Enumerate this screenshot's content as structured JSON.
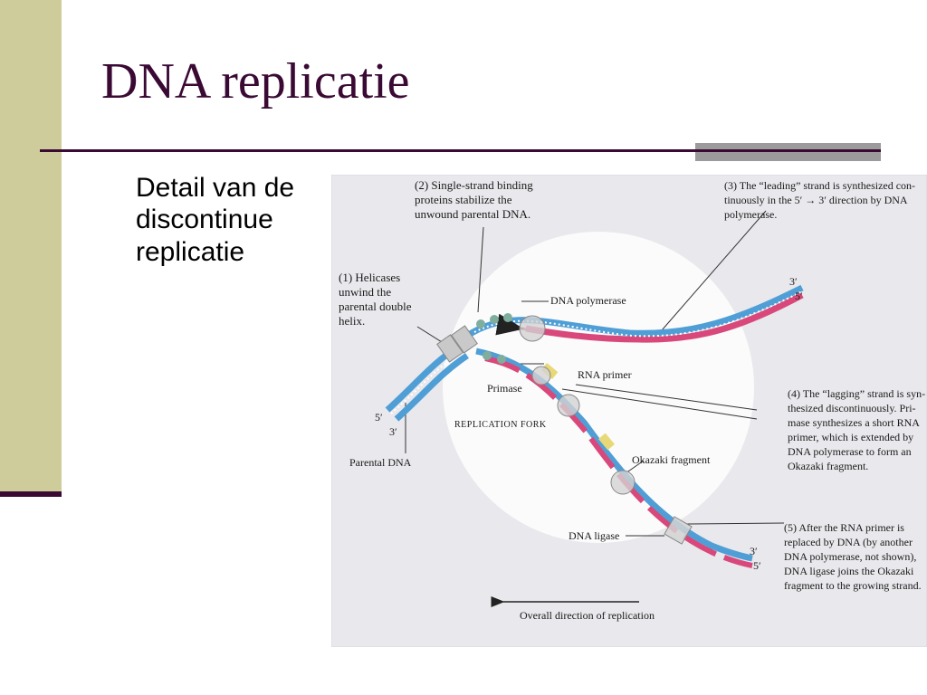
{
  "slide": {
    "title": "DNA replicatie",
    "body_lines": [
      "Detail van de",
      "discontinue",
      "replicatie"
    ]
  },
  "figure": {
    "callouts": {
      "c1": [
        "(1) Helicases",
        "unwind the",
        "parental double",
        "helix."
      ],
      "c2": [
        "(2) Single-strand binding",
        "proteins stabilize the",
        "unwound parental DNA."
      ],
      "c3": [
        "(3) The “leading” strand is synthesized con-",
        "tinuously in the 5′ → 3′ direction by DNA",
        "polymerase."
      ],
      "c4": [
        "(4) The “lagging” strand is syn-",
        "thesized discontinuously. Pri-",
        "mase synthesizes a short RNA",
        "primer, which is extended by",
        "DNA polymerase to form an",
        "Okazaki fragment."
      ],
      "c5": [
        "(5) After the RNA primer is",
        "replaced by DNA (by another",
        "DNA polymerase, not shown),",
        "DNA ligase joins the Okazaki",
        "fragment to the growing strand."
      ]
    },
    "labels": {
      "dna_polymerase": "DNA polymerase",
      "rna_primer": "RNA primer",
      "primase": "Primase",
      "replication_fork": "Replication fork",
      "okazaki_fragment": "Okazaki fragment",
      "dna_ligase": "DNA ligase",
      "parental_dna": "Parental DNA",
      "direction": "Overall direction of replication"
    },
    "ends": {
      "left_5": "5′",
      "left_3": "3′",
      "lead_3": "3′",
      "lead_5": "5′",
      "lag_3": "3′",
      "lag_5": "5′"
    },
    "colors": {
      "parental_strand": "#4f9fd6",
      "new_strand": "#d9487a",
      "rna_primer": "#e8d878",
      "protein": "#b9b9b9",
      "ssb": "#7fae9e",
      "background": "#eae9ed"
    }
  }
}
